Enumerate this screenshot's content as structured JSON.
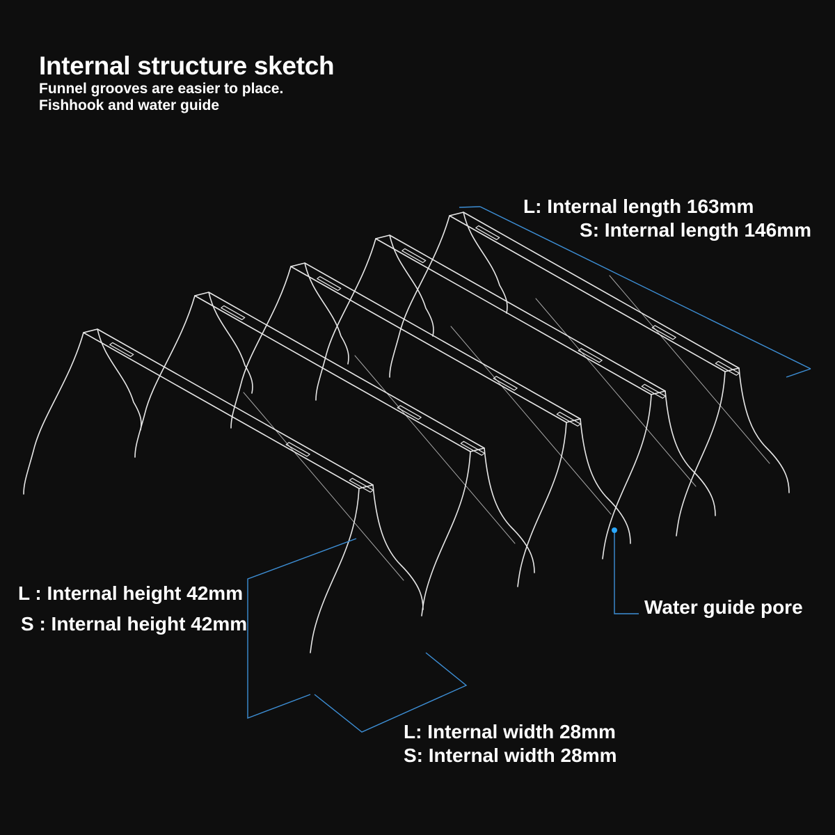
{
  "header": {
    "title": "Internal structure sketch",
    "subtitle_line1": "Funnel grooves are easier to place.",
    "subtitle_line2": "Fishhook and water guide"
  },
  "dimensions": {
    "length_l": "L: Internal length 163mm",
    "length_s": "S: Internal length 146mm",
    "height_l": "L : Internal height 42mm",
    "height_s": "S : Internal height 42mm",
    "width_l": "L: Internal width 28mm",
    "width_s": "S: Internal width 28mm",
    "water_guide_pore": "Water guide pore"
  },
  "colors": {
    "background": "#0e0e0e",
    "outline": "#e8e8e8",
    "dimension_line": "#3d8fd6",
    "text": "#ffffff"
  }
}
